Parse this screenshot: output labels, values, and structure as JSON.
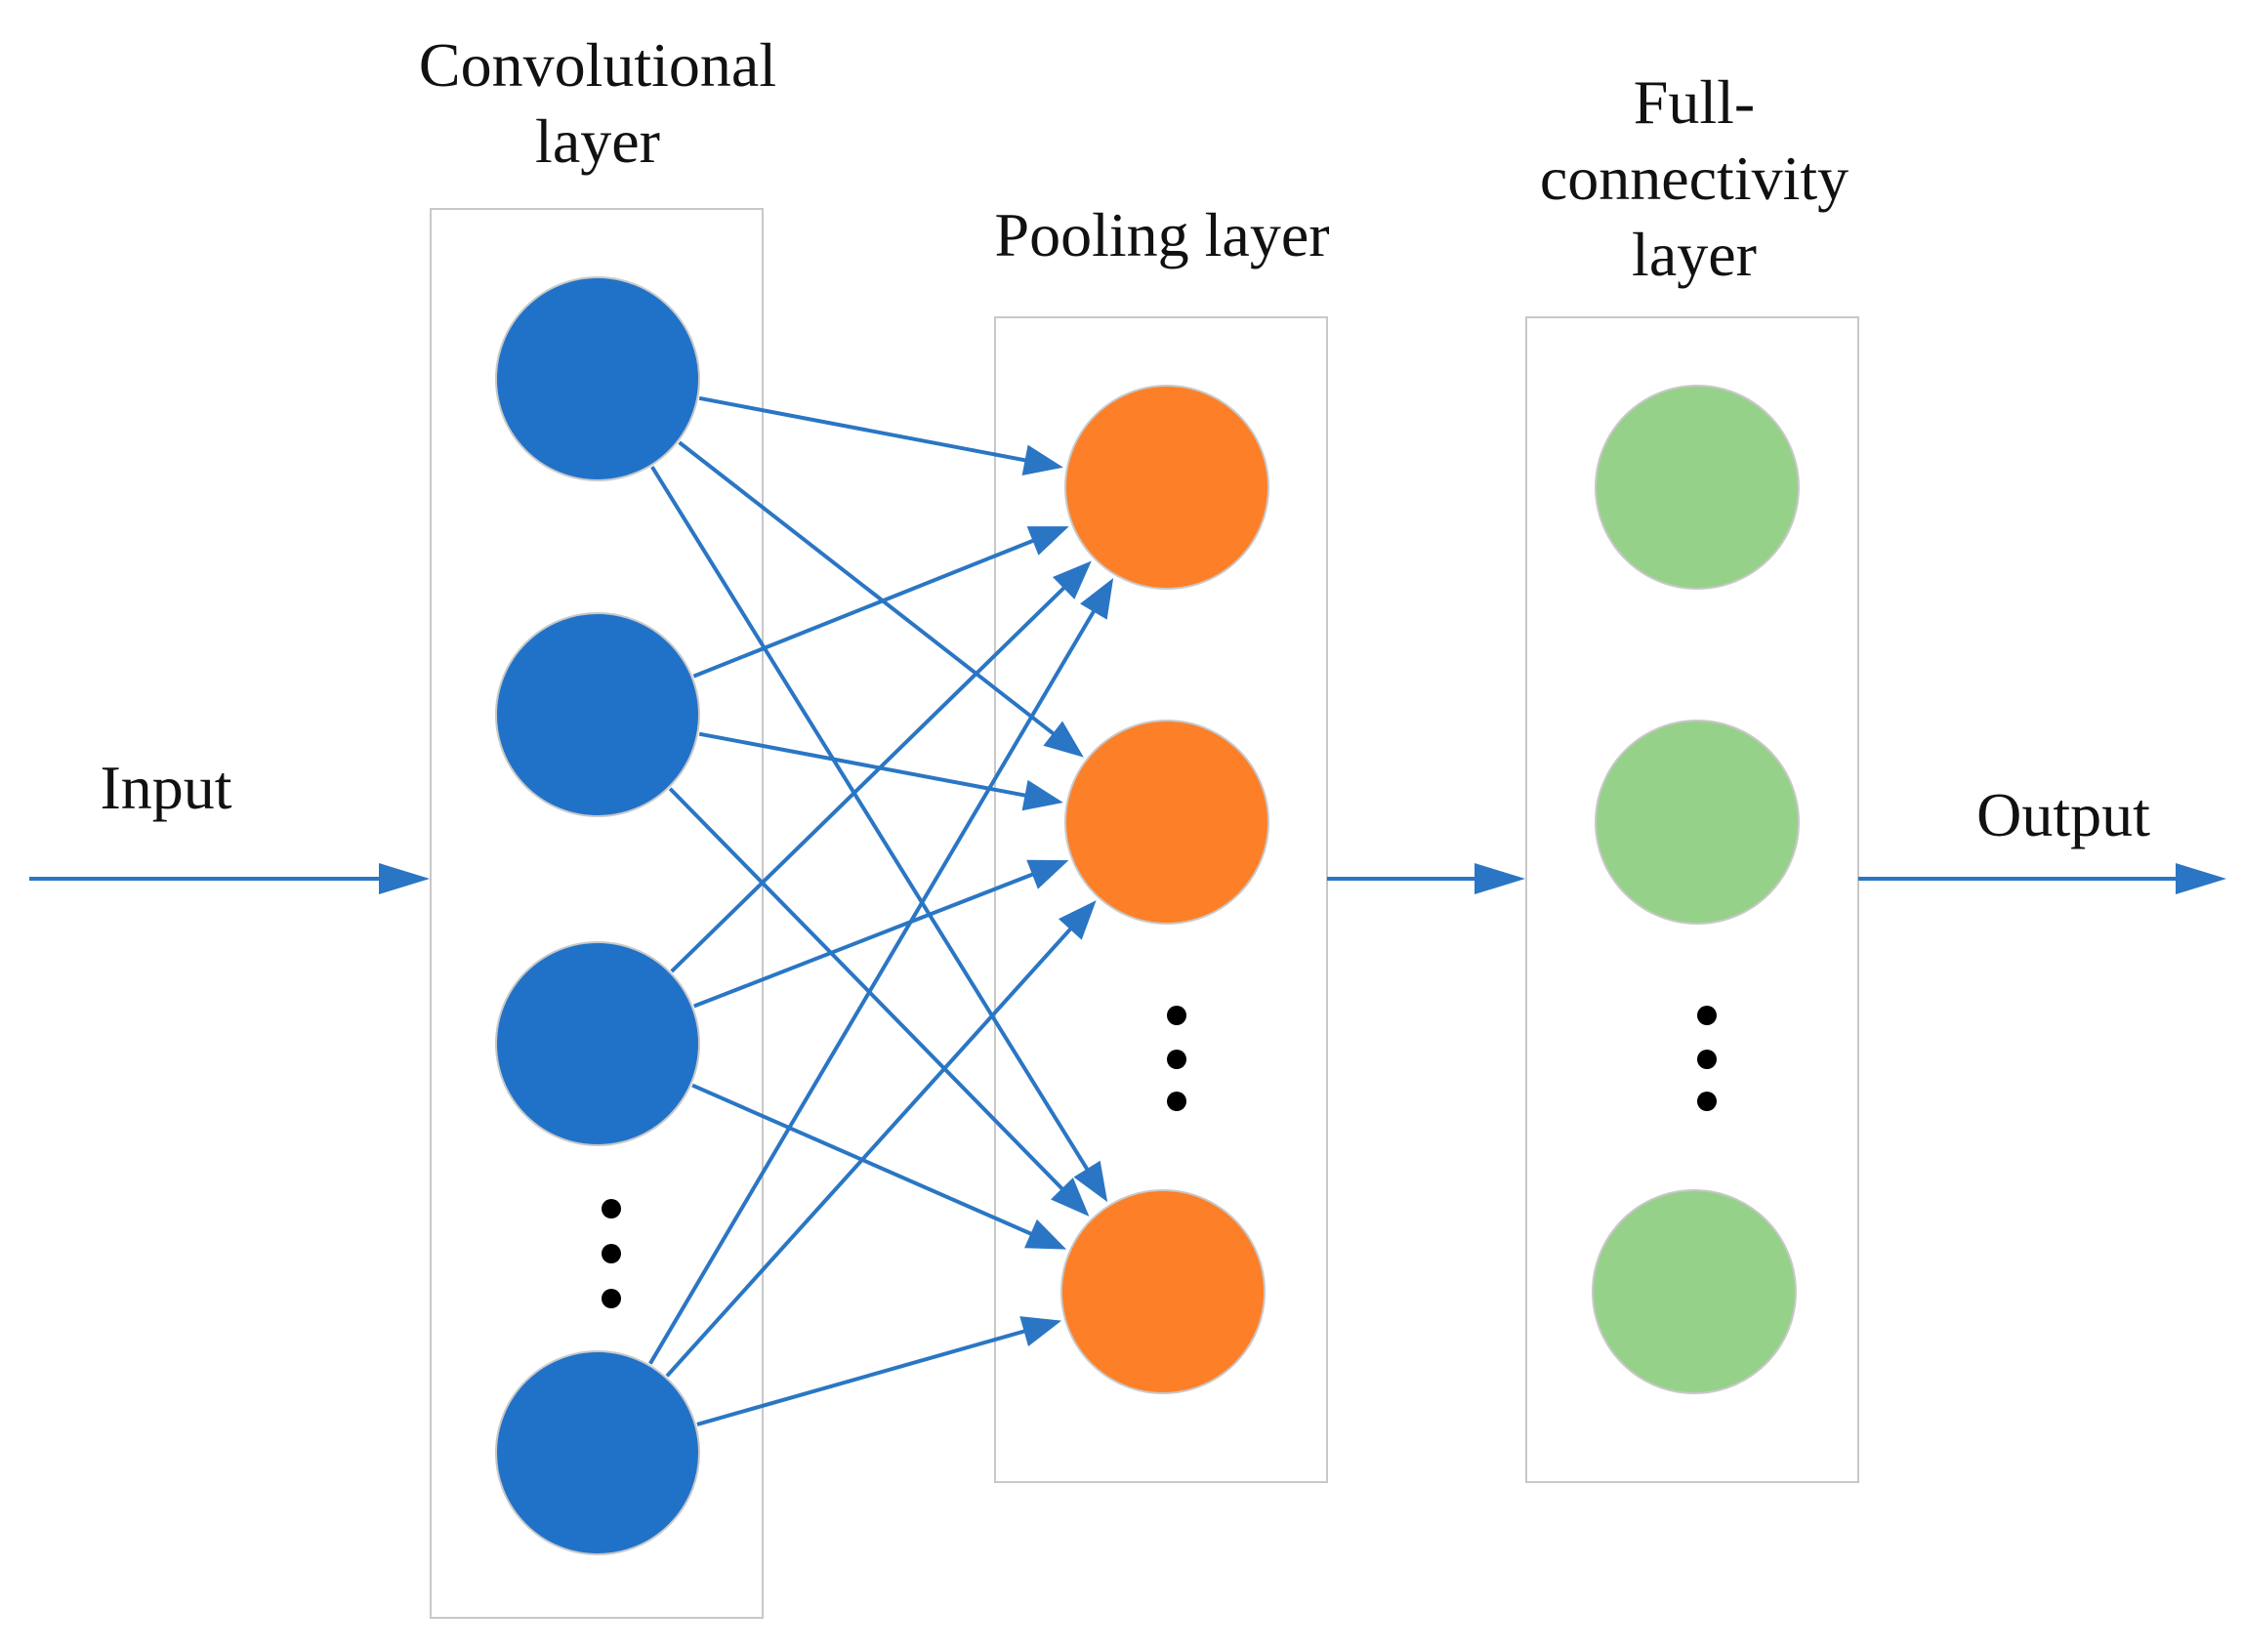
{
  "labels": {
    "conv_title_1": "Convolutional",
    "conv_title_2": "layer",
    "pool_title": "Pooling layer",
    "fc_title_1": "Full-",
    "fc_title_2": "connectivity",
    "fc_title_3": "layer",
    "input": "Input",
    "output": "Output"
  },
  "colors": {
    "conv_node": "#2072c8",
    "pool_node": "#fd7f27",
    "fc_node": "#96d18a",
    "arrow": "#2a76c4",
    "box_border": "#c8c8c8",
    "ellipsis": "#000000"
  },
  "layers": [
    {
      "name": "Convolutional layer",
      "nodes": 4,
      "ellipsis": true
    },
    {
      "name": "Pooling layer",
      "nodes": 3,
      "ellipsis": true
    },
    {
      "name": "Full-connectivity layer",
      "nodes": 3,
      "ellipsis": true
    }
  ]
}
